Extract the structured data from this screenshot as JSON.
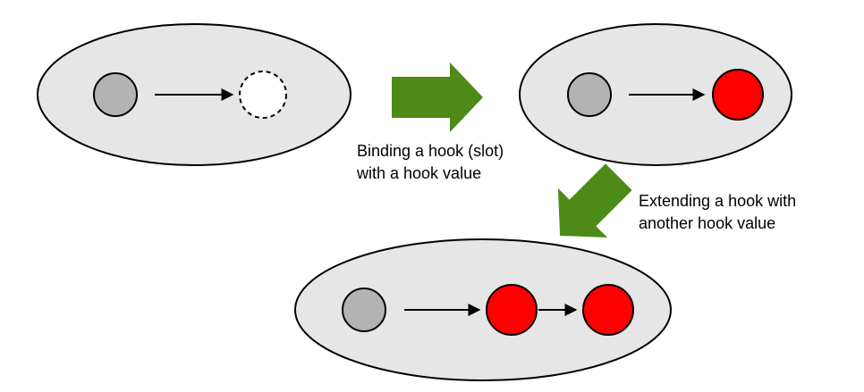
{
  "colors": {
    "container_fill": "#e6e6e6",
    "container_stroke": "#000000",
    "base_node_fill": "#b3b3b3",
    "hook_value_fill": "#ff0000",
    "empty_slot_fill": "#ffffff",
    "transition_arrow_fill": "#4e8a17",
    "connector_stroke": "#000000"
  },
  "captions": {
    "binding": {
      "line1": "Binding a hook (slot)",
      "line2": "with a hook value"
    },
    "extending": {
      "line1": "Extending a hook with",
      "line2": "another hook value"
    }
  },
  "states": [
    {
      "name": "unbound",
      "nodes": [
        "base",
        "empty-slot"
      ]
    },
    {
      "name": "bound",
      "nodes": [
        "base",
        "hook-value"
      ]
    },
    {
      "name": "extended",
      "nodes": [
        "base",
        "hook-value",
        "hook-value"
      ]
    }
  ]
}
